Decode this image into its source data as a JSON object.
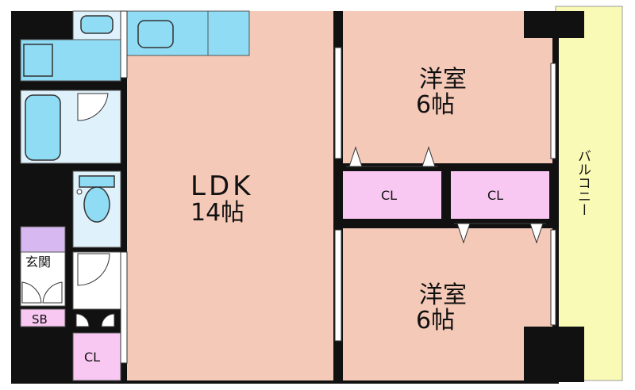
{
  "rooms": {
    "ldk": {
      "name": "LDK",
      "size": "14帖"
    },
    "western_room_1": {
      "name": "洋室",
      "size": "6帖"
    },
    "western_room_2": {
      "name": "洋室",
      "size": "6帖"
    },
    "closet_1": {
      "label": "CL"
    },
    "closet_2": {
      "label": "CL"
    },
    "closet_3": {
      "label": "CL"
    },
    "entrance": {
      "label": "玄関"
    },
    "shoe_box": {
      "label": "SB"
    },
    "balcony": {
      "label": "バルコニー"
    }
  },
  "colors": {
    "ldk_floor": "#f5c9b8",
    "wet_area": "#dff1fb",
    "kitchen": "#8fdcf4",
    "closet": "#f9c8f2",
    "entrance": "#d7b8f0",
    "balcony": "#fafab7",
    "wall": "#111111"
  }
}
